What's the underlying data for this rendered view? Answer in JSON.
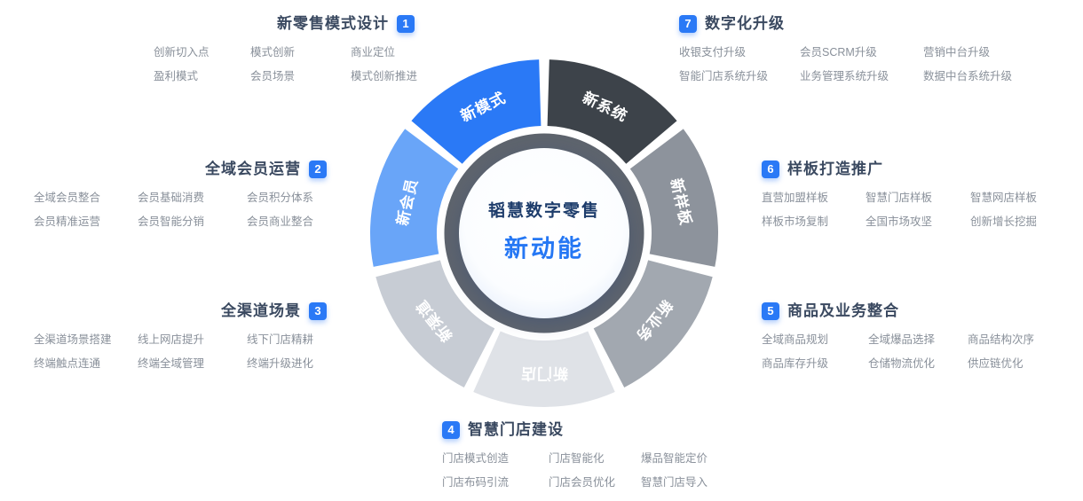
{
  "center": {
    "line1": "韬慧数字零售",
    "line2": "新动能"
  },
  "accent_color": "#2a79f6",
  "wheel": {
    "ring_color": "#5e646d",
    "label_color": "#ffffff",
    "segments": [
      {
        "label": "新系统",
        "color": "#3d434a"
      },
      {
        "label": "新样板",
        "color": "#8d939c"
      },
      {
        "label": "新业务",
        "color": "#a2a8b0"
      },
      {
        "label": "新门店",
        "color": "#dfe2e7"
      },
      {
        "label": "新渠道",
        "color": "#c7ccd4"
      },
      {
        "label": "新会员",
        "color": "#69a5f8"
      },
      {
        "label": "新模式",
        "color": "#2a79f6"
      }
    ]
  },
  "groups": [
    {
      "number": "1",
      "title": "新零售模式设计",
      "items": [
        [
          "创新切入点",
          "模式创新",
          "商业定位"
        ],
        [
          "盈利模式",
          "会员场景",
          "模式创新推进"
        ]
      ]
    },
    {
      "number": "2",
      "title": "全域会员运营",
      "items": [
        [
          "全域会员整合",
          "会员基础消费",
          "会员积分体系"
        ],
        [
          "会员精准运营",
          "会员智能分销",
          "会员商业整合"
        ]
      ]
    },
    {
      "number": "3",
      "title": "全渠道场景",
      "items": [
        [
          "全渠道场景搭建",
          "线上网店提升",
          "线下门店精耕"
        ],
        [
          "终端触点连通",
          "终端全域管理",
          "终端升级进化"
        ]
      ]
    },
    {
      "number": "4",
      "title": "智慧门店建设",
      "items": [
        [
          "门店模式创造",
          "门店智能化",
          "爆品智能定价"
        ],
        [
          "门店布码引流",
          "门店会员优化",
          "智慧门店导入"
        ]
      ]
    },
    {
      "number": "5",
      "title": "商品及业务整合",
      "items": [
        [
          "全域商品规划",
          "全域爆品选择",
          "商品结构次序"
        ],
        [
          "商品库存升级",
          "仓储物流优化",
          "供应链优化"
        ]
      ]
    },
    {
      "number": "6",
      "title": "样板打造推广",
      "items": [
        [
          "直营加盟样板",
          "智慧门店样板",
          "智慧网店样板"
        ],
        [
          "样板市场复制",
          "全国市场攻坚",
          "创新增长挖掘"
        ]
      ]
    },
    {
      "number": "7",
      "title": "数字化升级",
      "items": [
        [
          "收银支付升级",
          "会员SCRM升级",
          "营销中台升级"
        ],
        [
          "智能门店系统升级",
          "业务管理系统升级",
          "数据中台系统升级"
        ]
      ]
    }
  ]
}
